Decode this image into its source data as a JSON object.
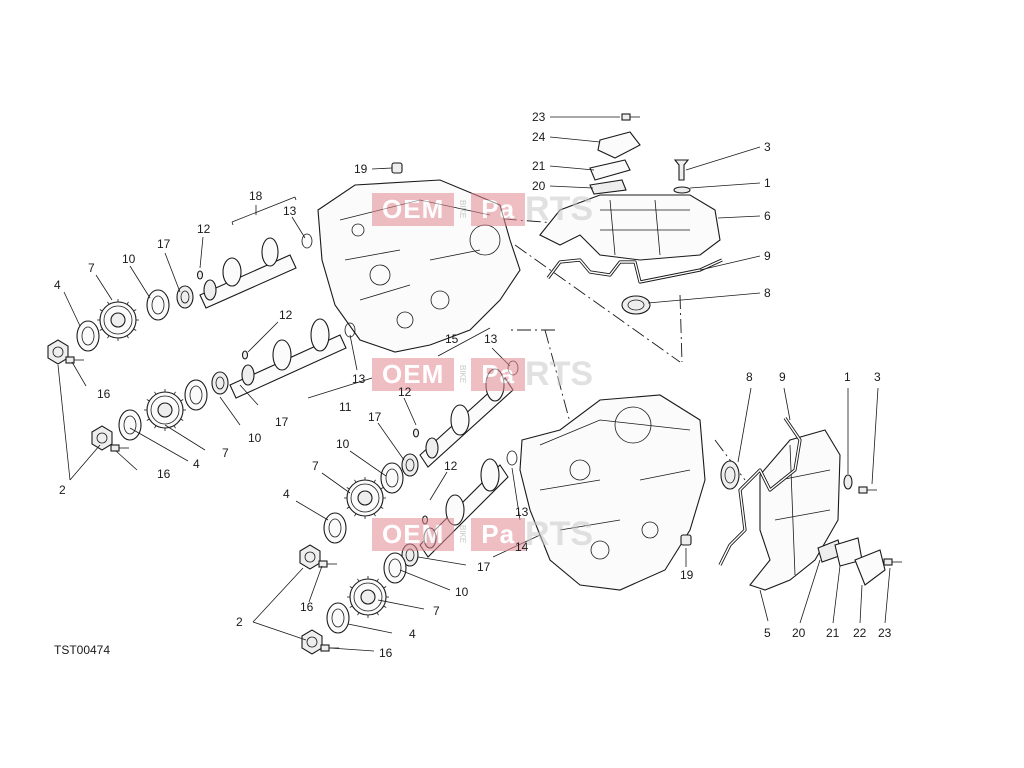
{
  "diagram_code": "TST00474",
  "watermark": {
    "box1": "OEM",
    "side": "BIKE",
    "box2": "Pa",
    "tail": "RTS"
  },
  "callouts": [
    {
      "id": "c23a",
      "text": "23"
    },
    {
      "id": "c24",
      "text": "24"
    },
    {
      "id": "c21a",
      "text": "21"
    },
    {
      "id": "c20a",
      "text": "20"
    },
    {
      "id": "c3a",
      "text": "3"
    },
    {
      "id": "c1a",
      "text": "1"
    },
    {
      "id": "c6",
      "text": "6"
    },
    {
      "id": "c9a",
      "text": "9"
    },
    {
      "id": "c8a",
      "text": "8"
    },
    {
      "id": "c19a",
      "text": "19"
    },
    {
      "id": "c18",
      "text": "18"
    },
    {
      "id": "c13a",
      "text": "13"
    },
    {
      "id": "c12a",
      "text": "12"
    },
    {
      "id": "c17a",
      "text": "17"
    },
    {
      "id": "c10a",
      "text": "10"
    },
    {
      "id": "c7a",
      "text": "7"
    },
    {
      "id": "c4a",
      "text": "4"
    },
    {
      "id": "c16a",
      "text": "16"
    },
    {
      "id": "c12b",
      "text": "12"
    },
    {
      "id": "c13b",
      "text": "13"
    },
    {
      "id": "c11",
      "text": "11"
    },
    {
      "id": "c17b",
      "text": "17"
    },
    {
      "id": "c10b",
      "text": "10"
    },
    {
      "id": "c7b",
      "text": "7"
    },
    {
      "id": "c4b",
      "text": "4"
    },
    {
      "id": "c16b",
      "text": "16"
    },
    {
      "id": "c2a",
      "text": "2"
    },
    {
      "id": "c15",
      "text": "15"
    },
    {
      "id": "c13c",
      "text": "13"
    },
    {
      "id": "c12c",
      "text": "12"
    },
    {
      "id": "c17c",
      "text": "17"
    },
    {
      "id": "c10c",
      "text": "10"
    },
    {
      "id": "c7c",
      "text": "7"
    },
    {
      "id": "c4c",
      "text": "4"
    },
    {
      "id": "c12d",
      "text": "12"
    },
    {
      "id": "c16c",
      "text": "16"
    },
    {
      "id": "c2b",
      "text": "2"
    },
    {
      "id": "c17d",
      "text": "17"
    },
    {
      "id": "c10d",
      "text": "10"
    },
    {
      "id": "c7d",
      "text": "7"
    },
    {
      "id": "c4d",
      "text": "4"
    },
    {
      "id": "c16d",
      "text": "16"
    },
    {
      "id": "c13d",
      "text": "13"
    },
    {
      "id": "c14",
      "text": "14"
    },
    {
      "id": "c19b",
      "text": "19"
    },
    {
      "id": "c8b",
      "text": "8"
    },
    {
      "id": "c9b",
      "text": "9"
    },
    {
      "id": "c1b",
      "text": "1"
    },
    {
      "id": "c3b",
      "text": "3"
    },
    {
      "id": "c5",
      "text": "5"
    },
    {
      "id": "c20b",
      "text": "20"
    },
    {
      "id": "c21b",
      "text": "21"
    },
    {
      "id": "c22",
      "text": "22"
    },
    {
      "id": "c23b",
      "text": "23"
    }
  ]
}
